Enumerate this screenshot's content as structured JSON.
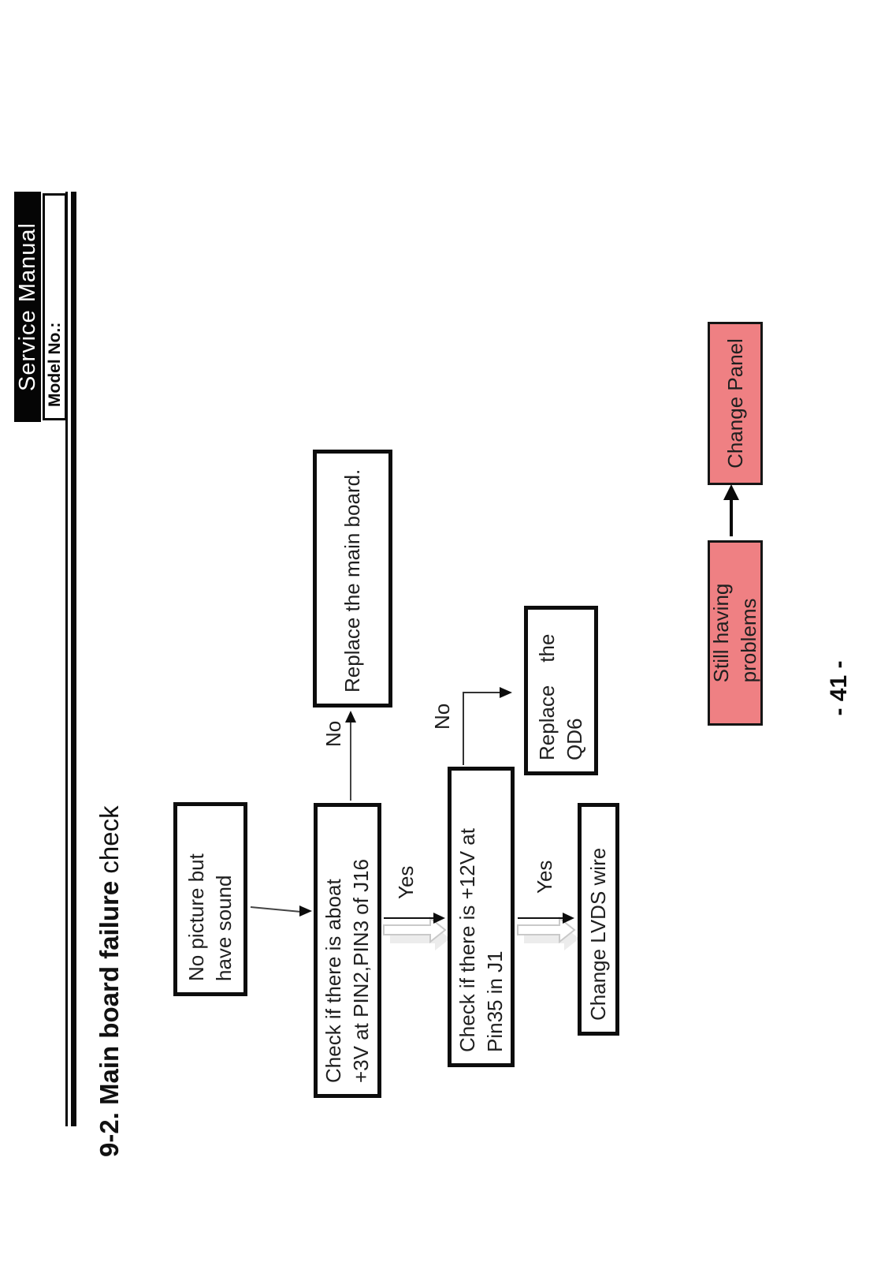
{
  "header": {
    "banner": "Service Manual",
    "model_label": "Model No.:"
  },
  "title": {
    "bold": "9-2. Main board failure",
    "regular": " check"
  },
  "flowchart": {
    "boxes": {
      "no_picture": "No picture but\nhave sound",
      "check_3v": "Check if there is aboat\n+3V at PIN2,PIN3 of J16",
      "replace_main": "Replace the main board.",
      "check_12v": "Check if there is +12V at\nPin35 in J1",
      "replace_qd6": "Replace    the\nQD6",
      "change_lvds": "Change LVDS wire",
      "still_having": "Still having\nproblems",
      "change_panel": "Change Panel"
    },
    "labels": {
      "no1": "No",
      "yes1": "Yes",
      "no2": "No",
      "yes2": "Yes"
    }
  },
  "footer": {
    "page_number": "- 41 -"
  },
  "colors": {
    "highlight_pink": "#EF8083",
    "box_border": "#0d0d0d",
    "ghost_arrow": "#c9c9c9"
  }
}
